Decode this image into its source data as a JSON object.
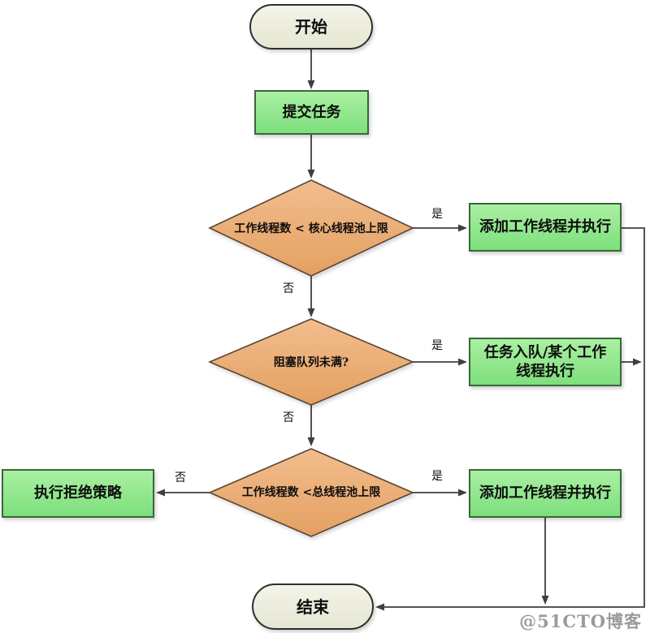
{
  "nodes": {
    "start": {
      "type": "terminal",
      "label": "开始"
    },
    "submit_task": {
      "type": "process",
      "label": "提交任务"
    },
    "check_core": {
      "type": "decision",
      "label": "工作线程数 < 核心线程池上限"
    },
    "add_worker_1": {
      "type": "process",
      "label": "添加工作线程并执行"
    },
    "check_queue": {
      "type": "decision",
      "label": "阻塞队列未满?"
    },
    "enqueue_task": {
      "type": "process",
      "lines": [
        "任务入队/某个工作",
        "线程执行"
      ]
    },
    "check_max": {
      "type": "decision",
      "label": "工作线程数 <总线程池上限"
    },
    "add_worker_2": {
      "type": "process",
      "label": "添加工作线程并执行"
    },
    "reject_policy": {
      "type": "process",
      "label": "执行拒绝策略"
    },
    "end": {
      "type": "terminal",
      "label": "结束"
    }
  },
  "edge_labels": {
    "core_yes": "是",
    "core_no": "否",
    "queue_yes": "是",
    "queue_no": "否",
    "max_yes": "是",
    "max_no": "否"
  },
  "watermark": "@51CTO博客",
  "colors": {
    "process_fill_top": "#aaf0a2",
    "process_fill_bottom": "#7ddf7d",
    "process_border": "#3a663a",
    "decision_fill_top": "#f2bd8e",
    "decision_fill_bottom": "#e4a061",
    "decision_border": "#5b4632",
    "terminal_fill_top": "#f4f4e9",
    "terminal_fill_bottom": "#e5e6d2",
    "terminal_border": "#2e2e2e",
    "connector": "#3f3f3f",
    "watermark_gray": "#9b9b9b"
  }
}
